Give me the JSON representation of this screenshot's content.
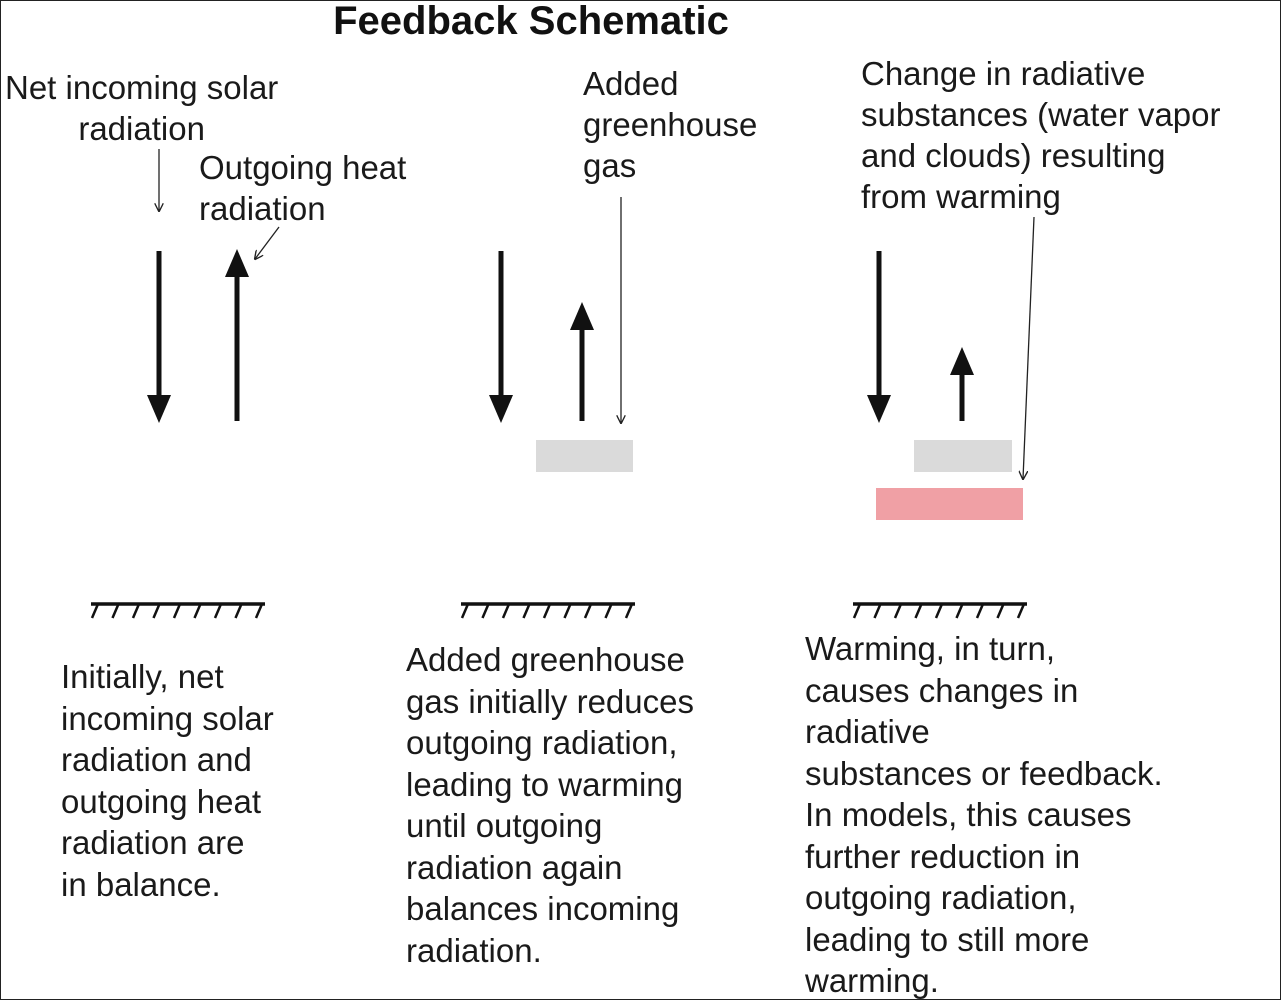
{
  "title": "Feedback Schematic",
  "labels": {
    "incoming": "Net incoming solar\nradiation",
    "outgoing": "Outgoing heat\nradiation",
    "ghg": "Added\ngreenhouse\ngas",
    "feedback": "Change in radiative\nsubstances (water vapor\nand clouds) resulting\nfrom warming"
  },
  "captions": {
    "panel1": "Initially, net\nincoming solar\nradiation and\noutgoing heat\nradiation are\nin balance.",
    "panel2": "Added greenhouse\ngas initially reduces\noutgoing radiation,\nleading to warming\nuntil outgoing\nradiation again\nbalances incoming\nradiation.",
    "panel3": "Warming, in turn,\ncauses changes in\nradiative\nsubstances or feedback.\nIn models, this causes\nfurther reduction in\noutgoing radiation,\nleading to still more\nwarming."
  },
  "colors": {
    "ghg_layer": "#dadada",
    "feedback_layer": "#f0a0a5",
    "arrow": "#111111"
  }
}
